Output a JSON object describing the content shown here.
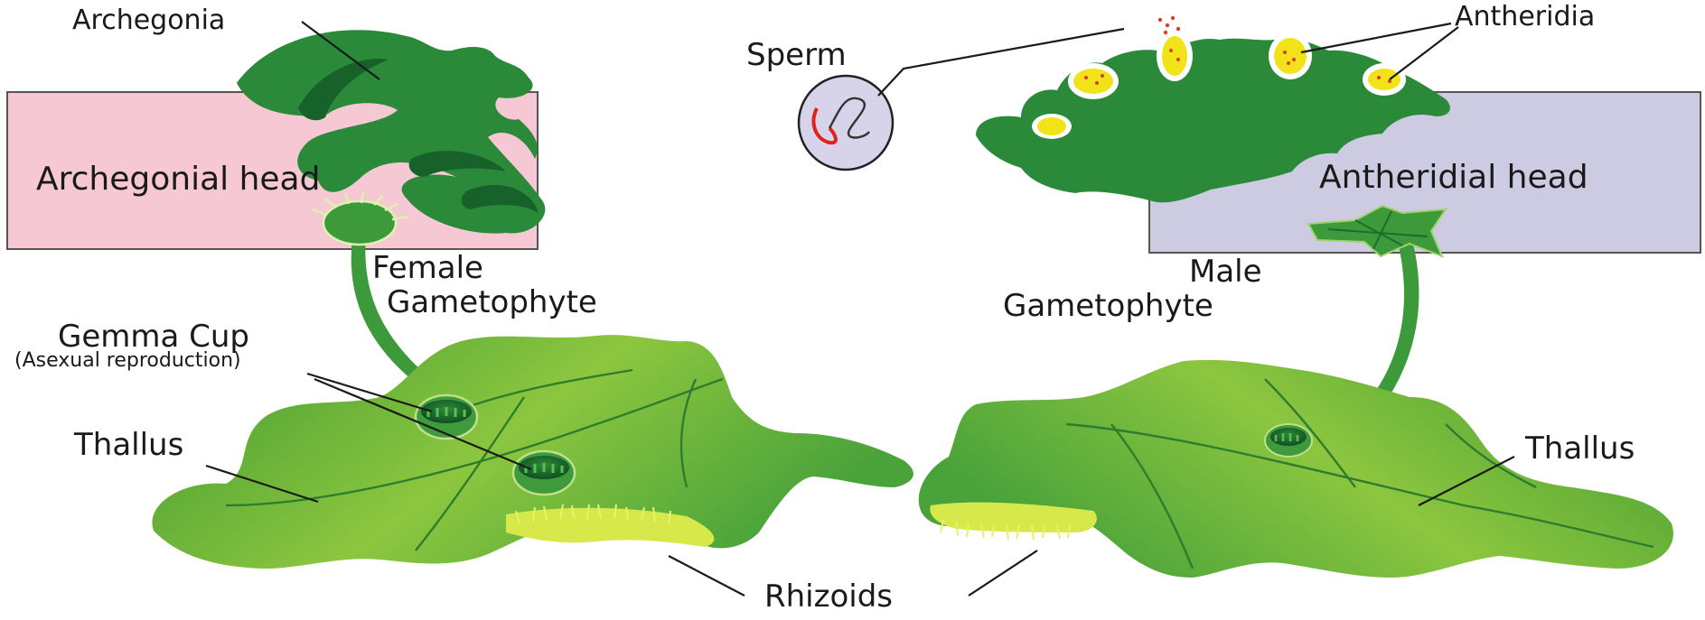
{
  "labels": {
    "archegonia": "Archegonia",
    "archegonial_head": "Archegonial head",
    "female_line1": "Female",
    "female_line2": "Gametophyte",
    "gemma_cup": "Gemma Cup",
    "gemma_cup_note": "(Asexual reproduction)",
    "thallus_left": "Thallus",
    "sperm": "Sperm",
    "antheridia": "Antheridia",
    "antheridial_head": "Antheridial head",
    "male_line1": "Male",
    "male_line2": "Gametophyte",
    "thallus_right": "Thallus",
    "rhizoids": "Rhizoids"
  },
  "colors": {
    "archegonial_box": "#f6c8d4",
    "antheridial_box": "#cccbe2",
    "head_green": "#2a8a3a",
    "dark_green": "#17622a",
    "thallus_light": "#8cc63f",
    "thallus_dark": "#4aa33a",
    "rhizoid_yellow": "#d7e84a",
    "antheridium_yellow": "#f2e21a",
    "sperm_circle": "#d6d3ea"
  }
}
